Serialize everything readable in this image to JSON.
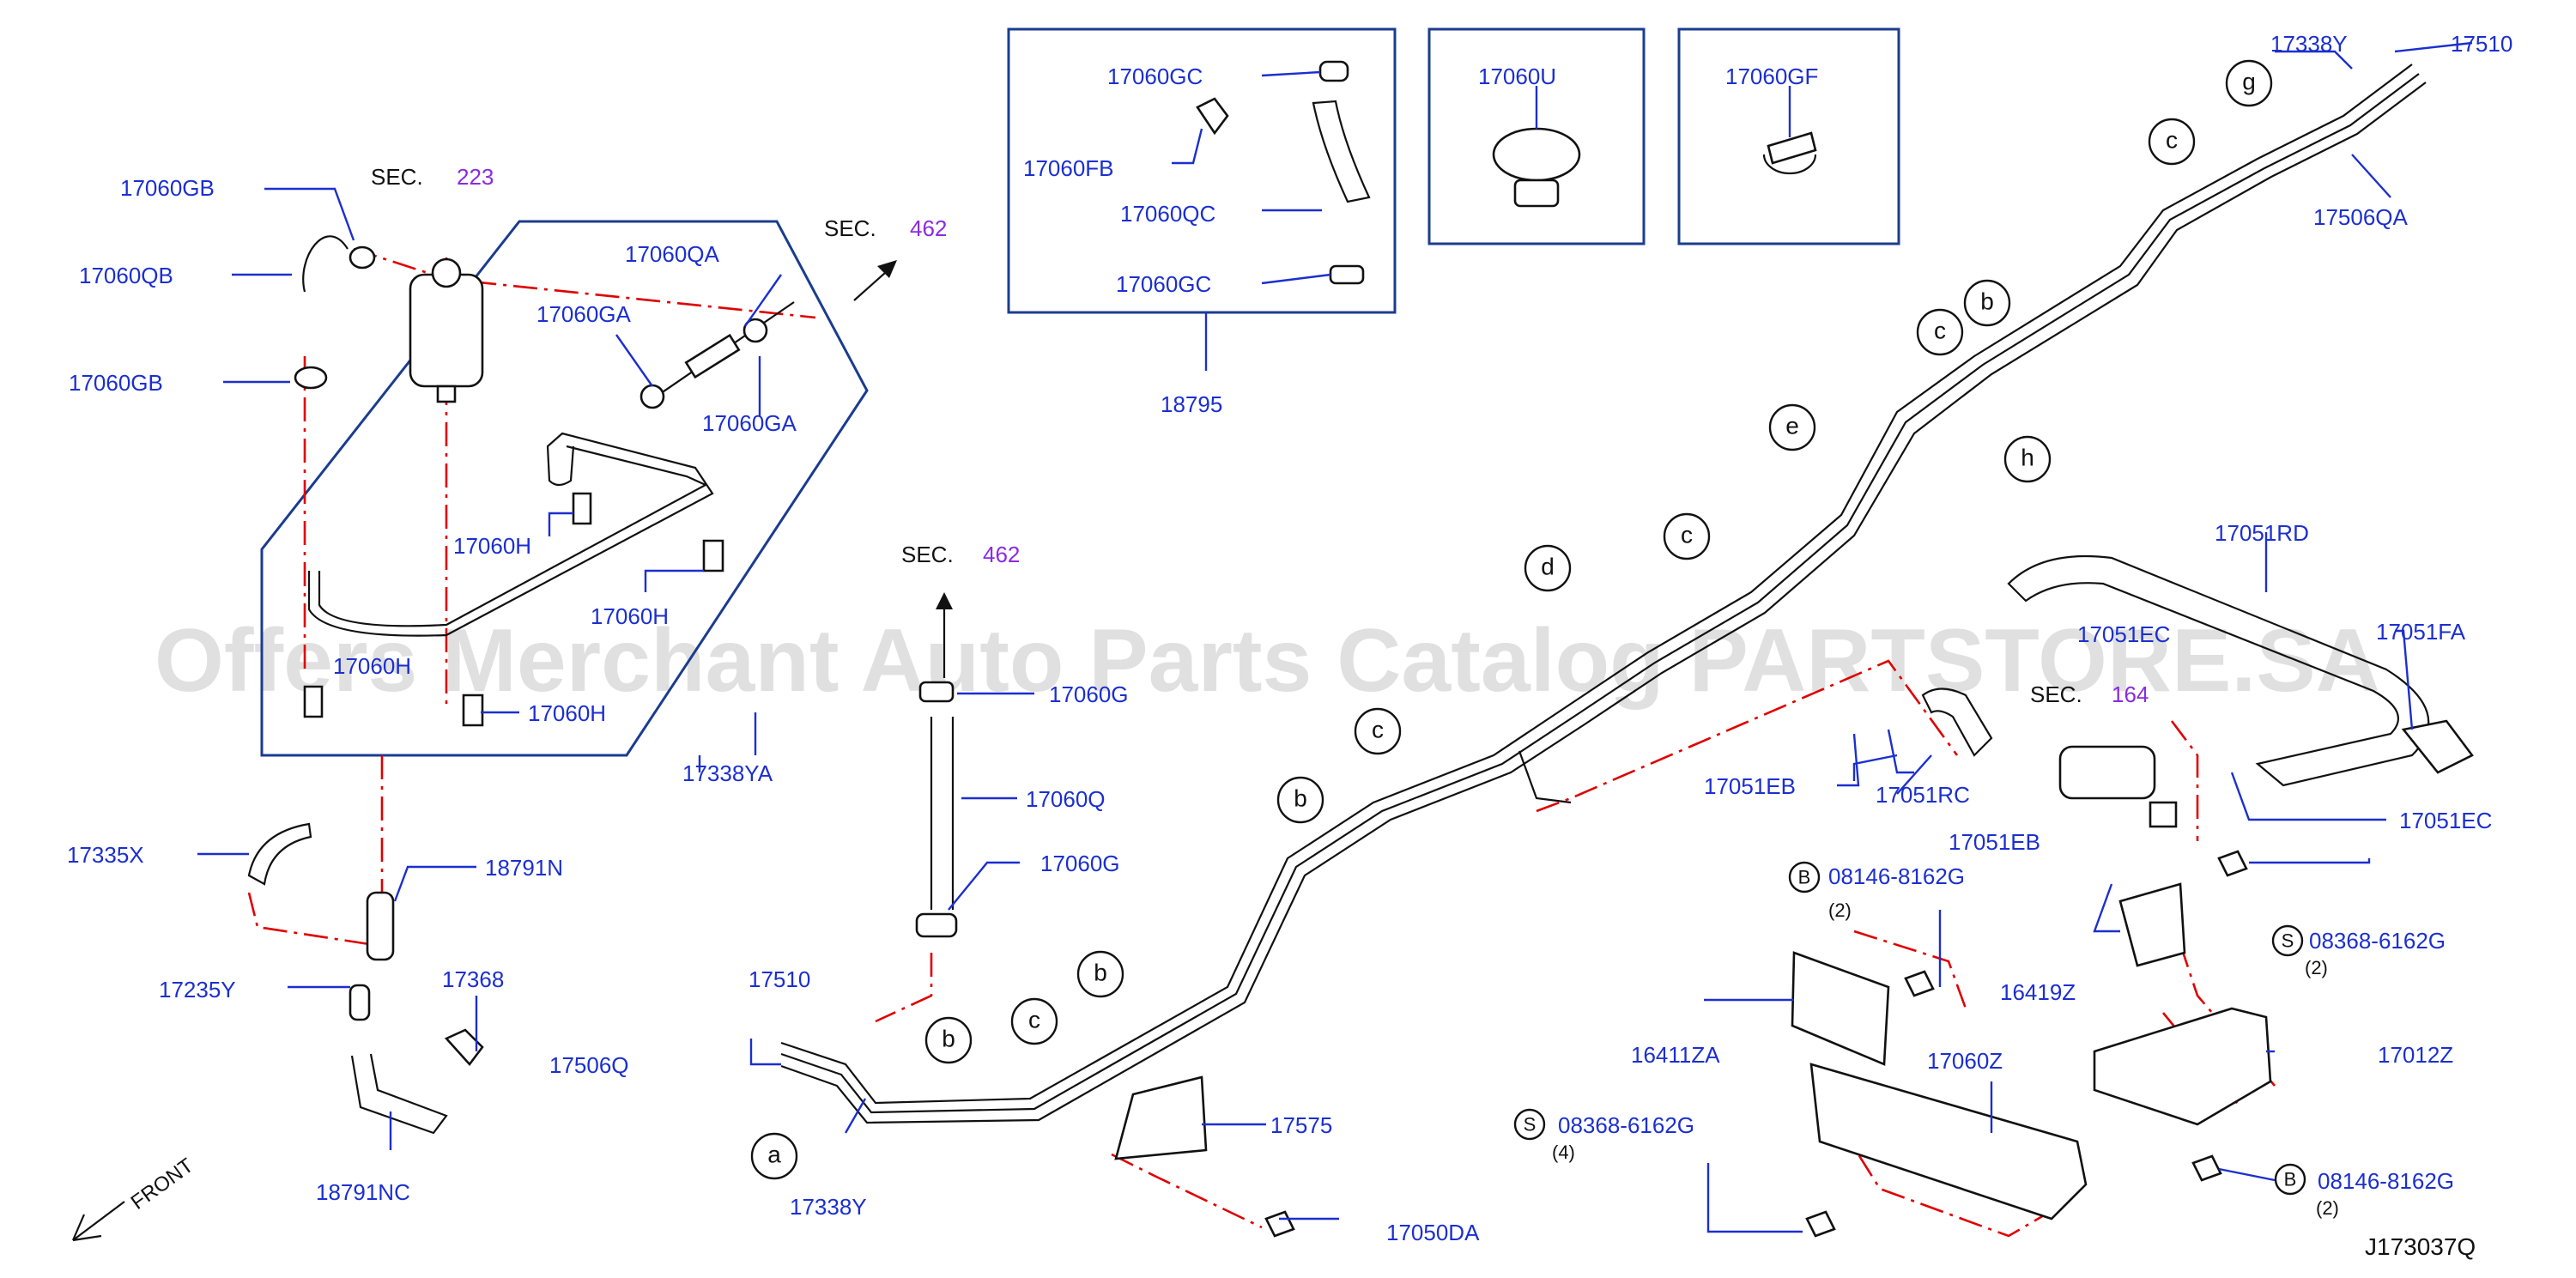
{
  "diagram_code": "J173037Q",
  "watermark": "Offers Merchant Auto Parts Catalog PARTSTORE.SA",
  "front_label": "FRONT",
  "sections": [
    {
      "prefix": "SEC.",
      "number": "223"
    },
    {
      "prefix": "SEC.",
      "number": "462"
    },
    {
      "prefix": "SEC.",
      "number": "462"
    },
    {
      "prefix": "SEC.",
      "number": "164"
    }
  ],
  "part_labels": [
    "17060GB",
    "17060QB",
    "17060GB",
    "17060QA",
    "17060GA",
    "17060GA",
    "17060H",
    "17060H",
    "17060H",
    "17060H",
    "17338YA",
    "17335X",
    "18791N",
    "17235Y",
    "17368",
    "18791NC",
    "17060GC",
    "17060FB",
    "17060QC",
    "17060GC",
    "18795",
    "17060U",
    "17060GF",
    "17060G",
    "17060Q",
    "17060G",
    "17510",
    "17506Q",
    "17338Y",
    "17575",
    "17050DA",
    "17338Y",
    "17510",
    "17506QA",
    "17051RD",
    "17051EC",
    "17051FA",
    "17051EB",
    "17051RC",
    "17051EB",
    "17051EC",
    "08146-8162G",
    "16419Z",
    "08368-6162G",
    "16411ZA",
    "17060Z",
    "17012Z",
    "08368-6162G",
    "08146-8162G"
  ],
  "quantities": [
    "(2)",
    "(2)",
    "(4)",
    "(2)"
  ],
  "bolt_marks": [
    "B",
    "S",
    "S",
    "B"
  ],
  "callouts": [
    "a",
    "b",
    "b",
    "c",
    "b",
    "c",
    "b",
    "d",
    "c",
    "e",
    "c",
    "b",
    "c",
    "h",
    "g",
    "c"
  ],
  "colors": {
    "part_number": "#1b2fd0",
    "section_number": "#8a2be2",
    "phantom_line": "#e00000",
    "frame": "#1b3c8f"
  }
}
